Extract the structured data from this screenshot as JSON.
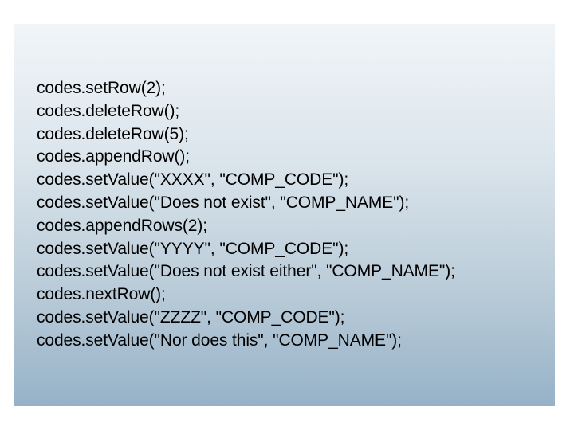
{
  "slide": {
    "code_lines": [
      "codes.setRow(2);",
      "codes.deleteRow();",
      "codes.deleteRow(5);",
      "codes.appendRow();",
      "codes.setValue(\"XXXX\", \"COMP_CODE\");",
      "codes.setValue(\"Does not exist\", \"COMP_NAME\");",
      "codes.appendRows(2);",
      "codes.setValue(\"YYYY\", \"COMP_CODE\");",
      "codes.setValue(\"Does not exist either\", \"COMP_NAME\");",
      "codes.nextRow();",
      "codes.setValue(\"ZZZZ\", \"COMP_CODE\");",
      "codes.setValue(\"Nor does this\", \"COMP_NAME\");"
    ]
  }
}
